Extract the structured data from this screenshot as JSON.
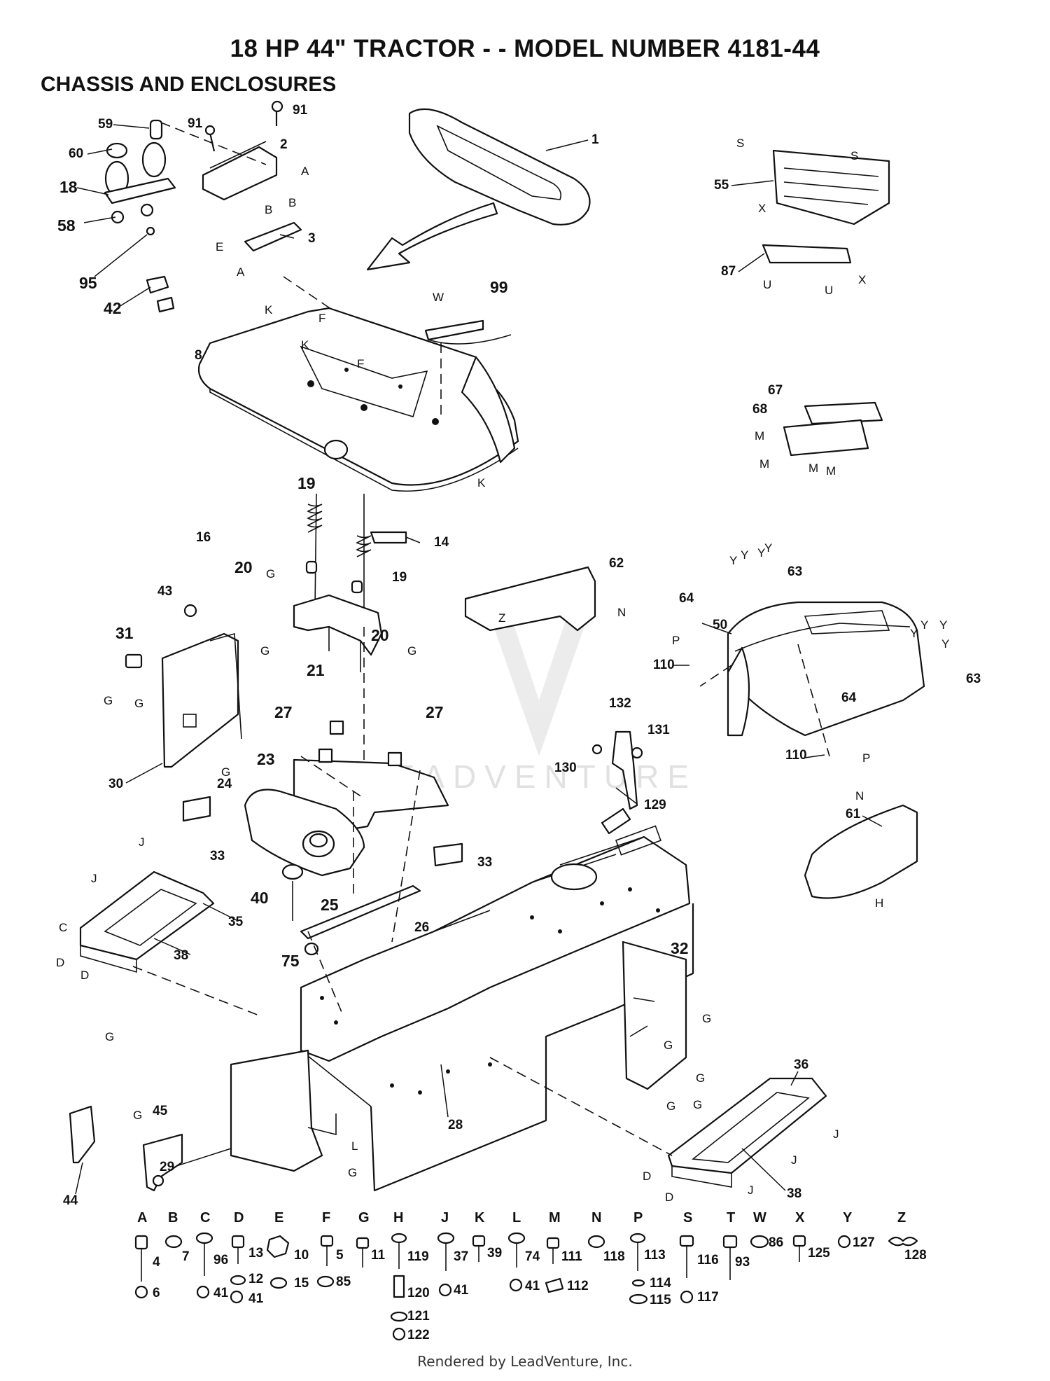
{
  "title": "18 HP 44\" TRACTOR - - MODEL NUMBER 4181-44",
  "subtitle": "CHASSIS AND ENCLOSURES",
  "footer": "Rendered by LeadVenture, Inc.",
  "watermark": "LEADVENTURE",
  "callouts": [
    "1",
    "2",
    "3",
    "8",
    "14",
    "16",
    "18",
    "19",
    "20",
    "21",
    "23",
    "24",
    "25",
    "26",
    "27",
    "28",
    "29",
    "30",
    "31",
    "32",
    "33",
    "35",
    "36",
    "38",
    "40",
    "42",
    "43",
    "44",
    "45",
    "50",
    "55",
    "58",
    "59",
    "60",
    "61",
    "62",
    "63",
    "64",
    "67",
    "68",
    "75",
    "87",
    "91",
    "95",
    "99",
    "110",
    "129",
    "130",
    "131",
    "132"
  ],
  "letter_tags": [
    "A",
    "B",
    "C",
    "D",
    "E",
    "F",
    "G",
    "H",
    "J",
    "K",
    "L",
    "M",
    "N",
    "P",
    "S",
    "U",
    "W",
    "X",
    "Y",
    "Z"
  ],
  "hardware_legend": [
    {
      "letter": "A",
      "parts": [
        "4",
        "6"
      ]
    },
    {
      "letter": "B",
      "parts": [
        "7"
      ]
    },
    {
      "letter": "C",
      "parts": [
        "96",
        "41"
      ]
    },
    {
      "letter": "D",
      "parts": [
        "13",
        "12",
        "41"
      ]
    },
    {
      "letter": "E",
      "parts": [
        "10",
        "15"
      ]
    },
    {
      "letter": "F",
      "parts": [
        "5",
        "85"
      ]
    },
    {
      "letter": "G",
      "parts": [
        "11"
      ]
    },
    {
      "letter": "H",
      "parts": [
        "119",
        "120",
        "121",
        "122"
      ]
    },
    {
      "letter": "J",
      "parts": [
        "37",
        "41"
      ]
    },
    {
      "letter": "K",
      "parts": [
        "39"
      ]
    },
    {
      "letter": "L",
      "parts": [
        "74",
        "41"
      ]
    },
    {
      "letter": "M",
      "parts": [
        "111",
        "112"
      ]
    },
    {
      "letter": "N",
      "parts": [
        "118"
      ]
    },
    {
      "letter": "P",
      "parts": [
        "113",
        "114",
        "115"
      ]
    },
    {
      "letter": "S",
      "parts": [
        "116",
        "117"
      ]
    },
    {
      "letter": "T",
      "parts": [
        "93"
      ]
    },
    {
      "letter": "W",
      "parts": [
        "86"
      ]
    },
    {
      "letter": "X",
      "parts": [
        "125"
      ]
    },
    {
      "letter": "Y",
      "parts": [
        "127"
      ]
    },
    {
      "letter": "Z",
      "parts": [
        "128"
      ]
    }
  ]
}
